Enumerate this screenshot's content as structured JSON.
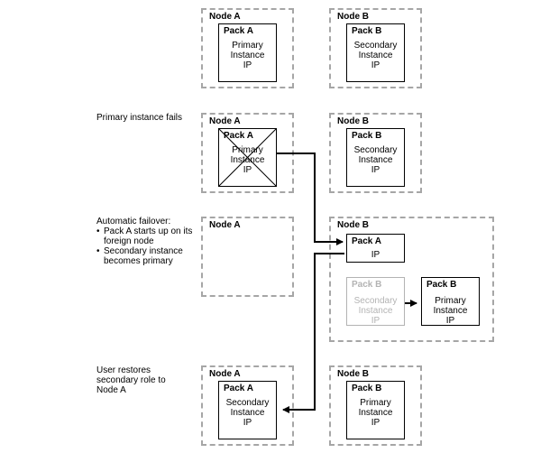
{
  "stages": {
    "s1": {
      "node_a": {
        "label": "Node A",
        "pack": {
          "title": "Pack A",
          "lines": [
            "Primary",
            "Instance",
            "IP"
          ]
        }
      },
      "node_b": {
        "label": "Node B",
        "pack": {
          "title": "Pack B",
          "lines": [
            "Secondary",
            "Instance",
            "IP"
          ]
        }
      }
    },
    "s2": {
      "caption": "Primary instance fails",
      "node_a": {
        "label": "Node A",
        "pack": {
          "title": "Pack A",
          "lines": [
            "Primary",
            "Instance",
            "IP"
          ]
        }
      },
      "node_b": {
        "label": "Node B",
        "pack": {
          "title": "Pack B",
          "lines": [
            "Secondary",
            "Instance",
            "IP"
          ]
        }
      }
    },
    "s3": {
      "caption_title": "Automatic failover:",
      "caption_bullets": [
        "Pack A starts up on its foreign node",
        "Secondary instance becomes primary"
      ],
      "node_a": {
        "label": "Node A"
      },
      "node_b": {
        "label": "Node B",
        "pack_a": {
          "title": "Pack A",
          "lines": [
            "IP"
          ]
        },
        "pack_b_old": {
          "title": "Pack B",
          "lines": [
            "Secondary",
            "Instance",
            "IP"
          ]
        },
        "pack_b_new": {
          "title": "Pack B",
          "lines": [
            "Primary",
            "Instance",
            "IP"
          ]
        }
      }
    },
    "s4": {
      "caption": "User restores secondary role to Node A",
      "node_a": {
        "label": "Node A",
        "pack": {
          "title": "Pack A",
          "lines": [
            "Secondary",
            "Instance",
            "IP"
          ]
        }
      },
      "node_b": {
        "label": "Node B",
        "pack": {
          "title": "Pack B",
          "lines": [
            "Primary",
            "Instance",
            "IP"
          ]
        }
      }
    }
  },
  "colors": {
    "node_border": "#a6a6a6",
    "ghost": "#b3b3b3",
    "line": "#000000"
  }
}
